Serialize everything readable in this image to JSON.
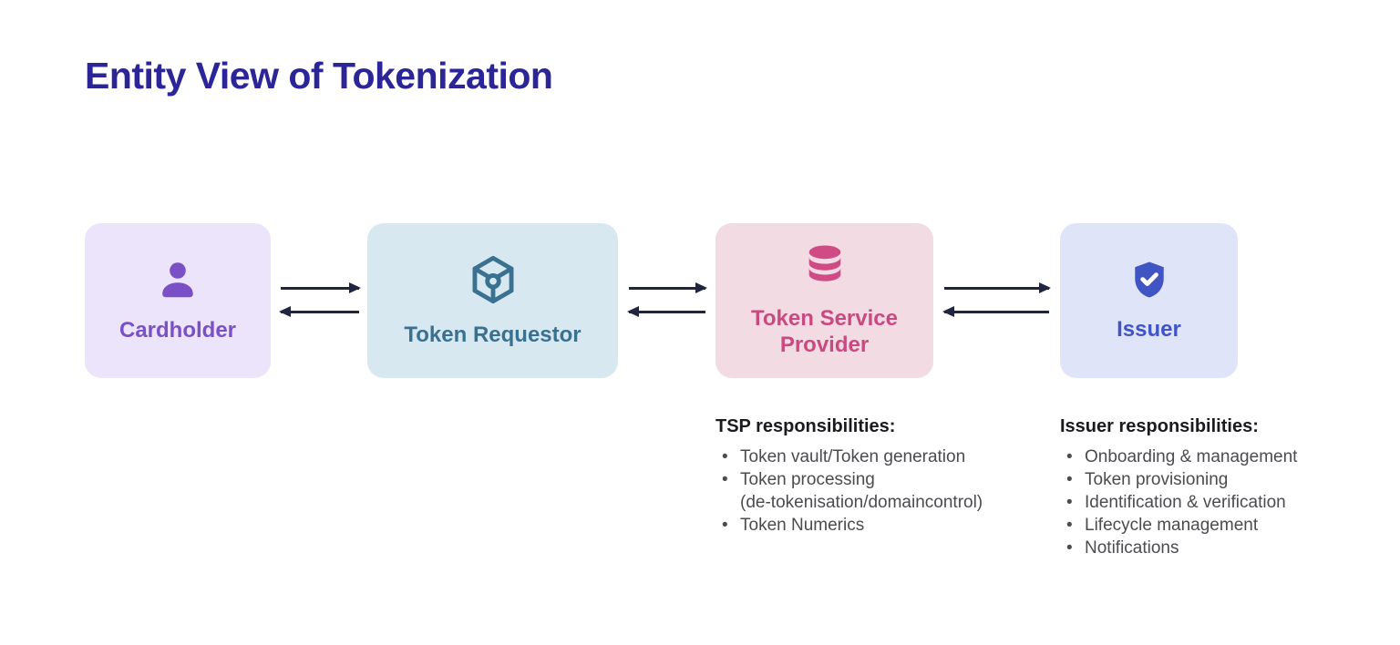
{
  "title": "Entity View of Tokenization",
  "entities": [
    {
      "name": "Cardholder",
      "icon": "person-icon",
      "bg": "#ece4fa",
      "accent": "#7a50c7"
    },
    {
      "name": "Token Requestor",
      "icon": "token-cube-icon",
      "bg": "#d8e8f1",
      "accent": "#3a7190"
    },
    {
      "name": "Token Service Provider",
      "icon": "database-icon",
      "bg": "#f3dbe4",
      "accent": "#c84a80"
    },
    {
      "name": "Issuer",
      "icon": "shield-check-icon",
      "bg": "#dfe4f8",
      "accent": "#3f54c5"
    }
  ],
  "connections": [
    {
      "between": "Cardholder and Token Requestor",
      "type": "bidirectional-arrows"
    },
    {
      "between": "Token Requestor and Token Service Provider",
      "type": "bidirectional-arrows"
    },
    {
      "between": "Token Service Provider and Issuer",
      "type": "bidirectional-arrows"
    }
  ],
  "responsibilities": [
    {
      "heading": "TSP responsibilities:",
      "items": [
        "Token vault/Token generation",
        "Token processing\n(de-tokenisation/domaincontrol)",
        "Token Numerics"
      ]
    },
    {
      "heading": "Issuer responsibilities:",
      "items": [
        "Onboarding & management",
        "Token provisioning",
        "Identification & verification",
        "Lifecycle management",
        "Notifications"
      ]
    }
  ],
  "colors": {
    "title": "#2b2598",
    "arrow": "#212540",
    "heading": "#1b1b1f",
    "bullet_text": "#4b4b50",
    "background": "#ffffff"
  }
}
